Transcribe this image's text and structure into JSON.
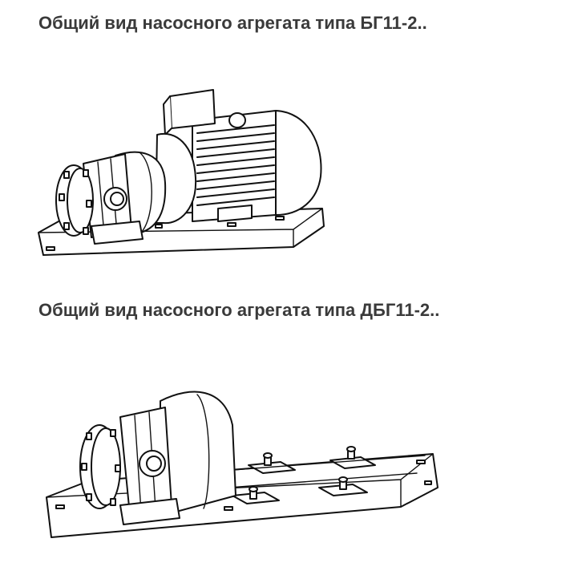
{
  "sections": [
    {
      "heading": "Общий вид насосного агрегата типа БГ11-2..",
      "figure": "pump-unit-bg11-2-drawing"
    },
    {
      "heading": "Общий вид насосного агрегата типа ДБГ11-2..",
      "figure": "pump-unit-dbg11-2-drawing"
    }
  ]
}
